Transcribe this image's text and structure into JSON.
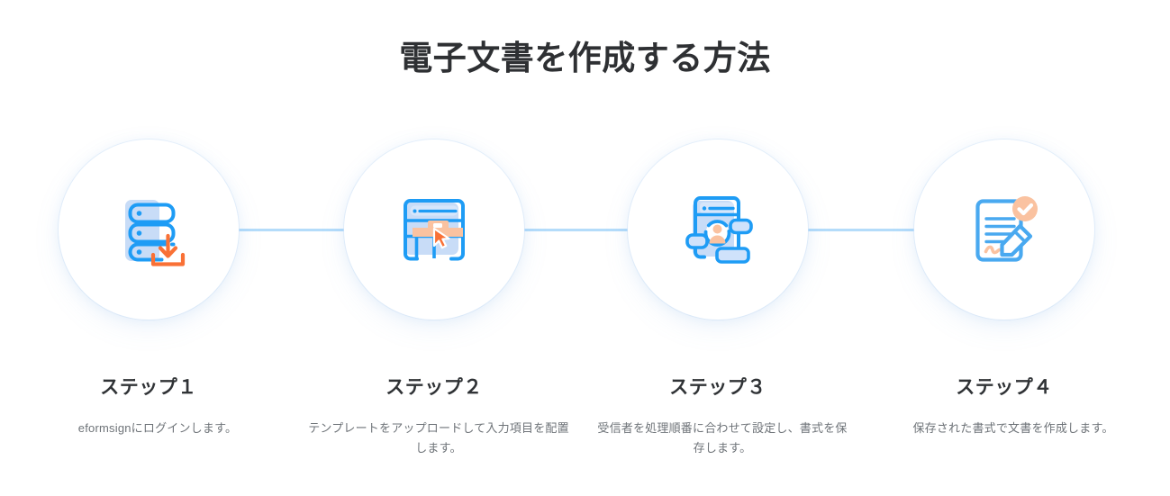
{
  "page": {
    "title": "電子文書を作成する方法",
    "background": "#ffffff"
  },
  "theme": {
    "title_color": "#2e3033",
    "step_title_color": "#303336",
    "step_desc_color": "#6e7378",
    "connector_color": "#b4dcfa",
    "icon_blue": "#1e9cf5",
    "icon_blue_fill": "#c8dcf7",
    "icon_orange": "#f97136",
    "icon_orange_light": "#fac2a0",
    "circle_bg": "#ffffff"
  },
  "steps": [
    {
      "id": "step-1",
      "title": "ステップ１",
      "description": "eformsignにログインします。",
      "icon": "server-download-icon"
    },
    {
      "id": "step-2",
      "title": "ステップ２",
      "description": "テンプレートをアップロードして入力項目を配置します。",
      "icon": "template-upload-cursor-icon"
    },
    {
      "id": "step-3",
      "title": "ステップ３",
      "description": "受信者を処理順番に合わせて設定し、書式を保存します。",
      "icon": "document-recipients-icon"
    },
    {
      "id": "step-4",
      "title": "ステップ４",
      "description": "保存された書式で文書を作成します。",
      "icon": "document-signed-check-icon"
    }
  ],
  "connectors": [
    {
      "id": "connector-1-2"
    },
    {
      "id": "connector-2-3"
    },
    {
      "id": "connector-3-4"
    }
  ]
}
